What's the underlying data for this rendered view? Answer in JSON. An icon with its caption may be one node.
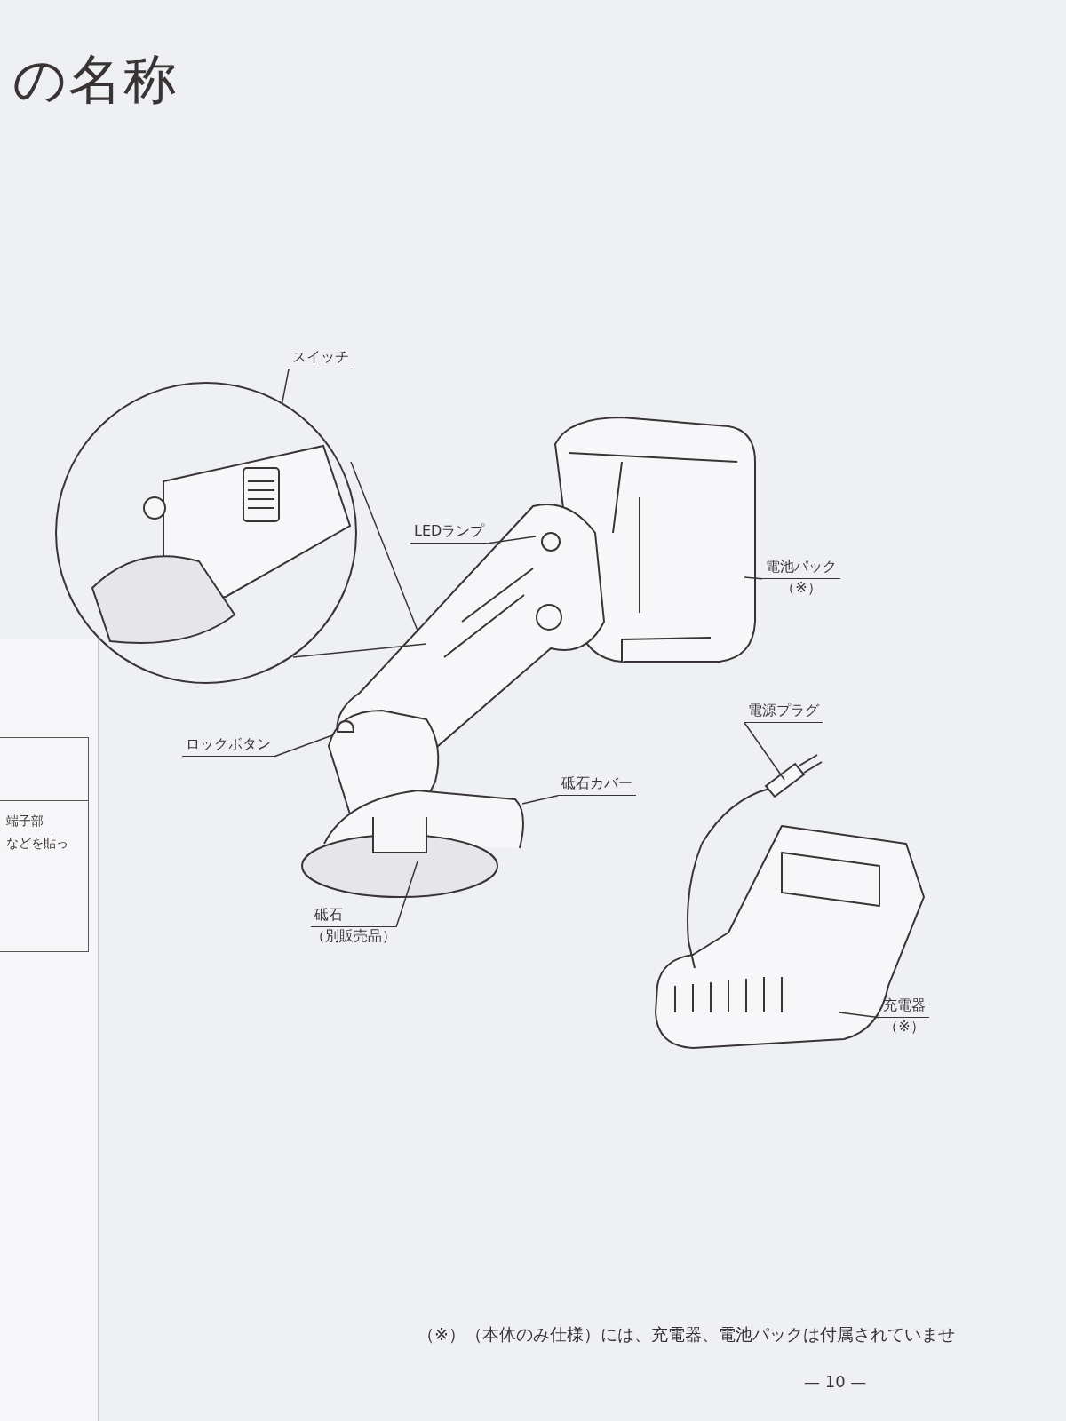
{
  "diagram": {
    "title": "の名称",
    "nodes": [
      {
        "text": [],
        "shape": "circle"
      },
      {
        "text": [
          "スイッチ"
        ]
      },
      {
        "text": [
          "LEDランプ"
        ]
      },
      {
        "text": [
          "電池パック",
          "（※）"
        ]
      },
      {
        "text": [
          "ロックボタン"
        ]
      },
      {
        "text": [
          "電源プラグ"
        ]
      },
      {
        "text": [
          "砥石カバー"
        ]
      },
      {
        "text": [
          "砥石",
          "（別販売品）"
        ]
      },
      {
        "text": [
          "充電器",
          "（※）"
        ]
      }
    ],
    "edges": [
      {
        "from": 0,
        "to": null,
        "arrow": "none"
      },
      {
        "from": 1,
        "to": 0,
        "arrow": "none"
      },
      {
        "from": 2,
        "to": null,
        "arrow": "none"
      },
      {
        "from": 3,
        "to": null,
        "arrow": "none"
      },
      {
        "from": 4,
        "to": null,
        "arrow": "none"
      },
      {
        "from": 5,
        "to": null,
        "arrow": "none"
      },
      {
        "from": 6,
        "to": null,
        "arrow": "none"
      },
      {
        "from": 7,
        "to": null,
        "arrow": "none"
      },
      {
        "from": 8,
        "to": null,
        "arrow": "none"
      }
    ],
    "labels": [
      "端子部",
      "などを貼っ",
      "（※）（本体のみ仕様）には、充電器、電池パックは付属されていませ",
      "— 10 —"
    ]
  }
}
